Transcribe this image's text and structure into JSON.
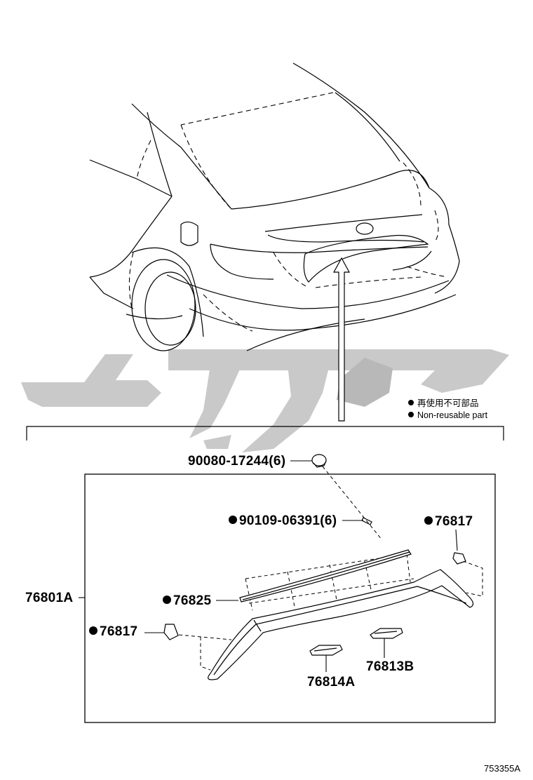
{
  "legend": {
    "items": [
      {
        "text": "再使用不可部品"
      },
      {
        "text": "Non-reusable part"
      }
    ]
  },
  "parts": {
    "clip_90080": "90080-17244(6)",
    "screw_90109": "90109-06391(6)",
    "clip_76817_right": "76817",
    "garnish_76801a": "76801A",
    "seal_76825": "76825",
    "clip_76817_left": "76817",
    "bracket_76813b": "76813B",
    "bracket_76814a": "76814A"
  },
  "illustration_number": "753355A",
  "watermark": {
    "color": "#c8c8c8"
  }
}
